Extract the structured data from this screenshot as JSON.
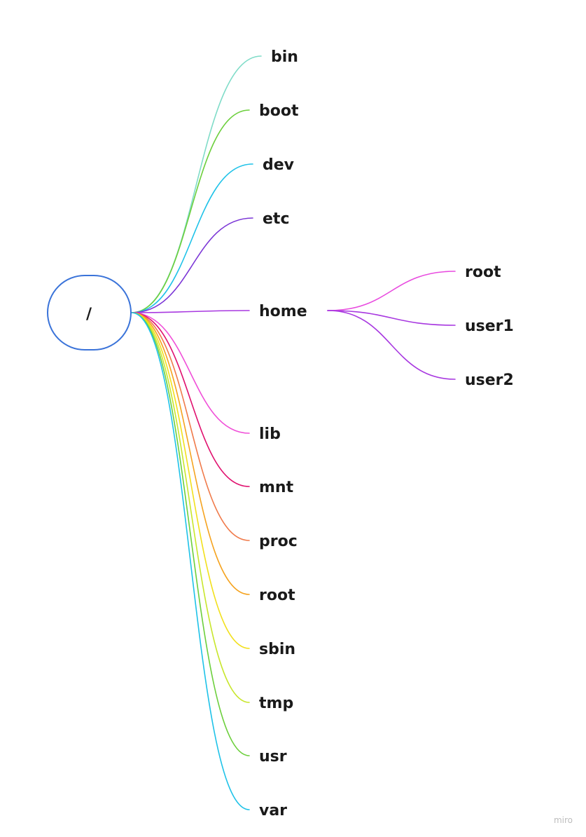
{
  "root": {
    "label": "/",
    "border_color": "#3a73d9"
  },
  "children": [
    {
      "label": "bin",
      "color": "#7fdcc8"
    },
    {
      "label": "boot",
      "color": "#6ccf3c"
    },
    {
      "label": "dev",
      "color": "#1ec2e8"
    },
    {
      "label": "etc",
      "color": "#7b36d6"
    },
    {
      "label": "home",
      "color": "#a838e0",
      "children": [
        {
          "label": "root",
          "color": "#e84adf"
        },
        {
          "label": "user1",
          "color": "#a838e0"
        },
        {
          "label": "user2",
          "color": "#a838e0"
        }
      ]
    },
    {
      "label": "lib",
      "color": "#f04fd8"
    },
    {
      "label": "mnt",
      "color": "#e0106e"
    },
    {
      "label": "proc",
      "color": "#f07a4a"
    },
    {
      "label": "root",
      "color": "#f5a31f"
    },
    {
      "label": "sbin",
      "color": "#f2e01c"
    },
    {
      "label": "tmp",
      "color": "#c8e62c"
    },
    {
      "label": "usr",
      "color": "#6ccf3c"
    },
    {
      "label": "var",
      "color": "#1ec2e8"
    }
  ],
  "watermark": "miro"
}
